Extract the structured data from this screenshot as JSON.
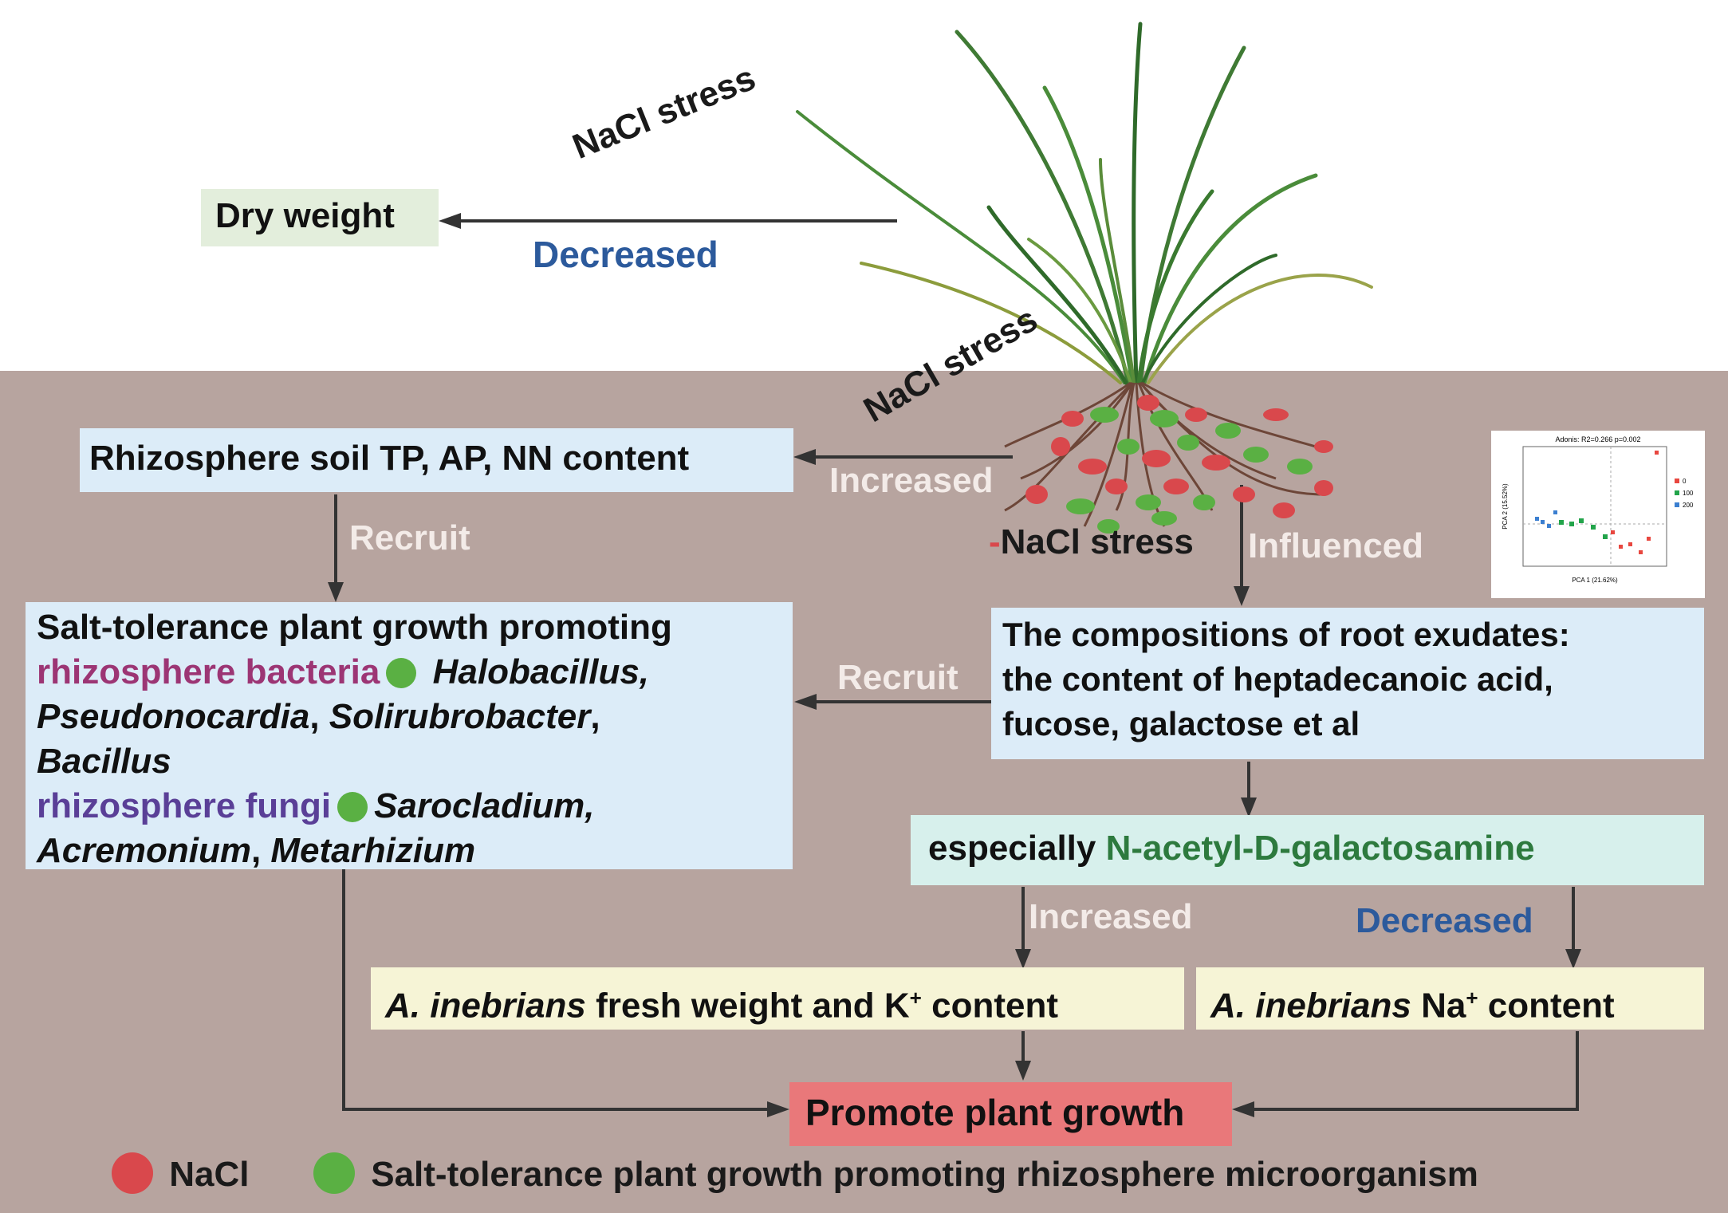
{
  "colors": {
    "soil": "#b7a49f",
    "box_blue": "#dcecf8",
    "box_teal": "#d7f0ec",
    "box_yellow": "#f6f4d6",
    "box_red": "#e9787a",
    "nacl_red": "#d9484c",
    "microbe_green": "#5ab043",
    "text_decreased": "#2c5a9c",
    "text_white": "#f3ebe8"
  },
  "boxes": {
    "dry_weight": "Dry weight",
    "rhizo_soil": "Rhizosphere soil TP, AP, NN content",
    "salt_tol_title": "Salt-tolerance plant growth promoting",
    "bacteria_label": "rhizosphere bacteria",
    "bacteria_genera_1": "Halobacillus,",
    "bacteria_genera_2": "Pseudonocardia",
    "bacteria_genera_3": "Solirubrobacter",
    "bacteria_genera_4": "Bacillus",
    "fungi_label": "rhizosphere fungi",
    "fungi_genera_1": "Sarocladium,",
    "fungi_genera_2": "Acremonium",
    "fungi_genera_3": "Metarhizium",
    "exudates_1": "The compositions of root exudates:",
    "exudates_2": "the content of  heptadecanoic acid,",
    "exudates_3": "fucose, galactose et al",
    "especially": "especially",
    "galnac": "N-acetyl-D-galactosamine",
    "species": "A. inebrians",
    "fresh_weight_rest": "fresh weight and K",
    "content": "content",
    "na_text": "Na",
    "plus": "+",
    "promote": "Promote plant growth"
  },
  "labels": {
    "nacl_stress": "NaCl stress",
    "decreased": "Decreased",
    "increased": "Increased",
    "recruit": "Recruit",
    "neg_nacl_stress": "-NaCl stress",
    "neg_sign": "-",
    "influenced": "Influenced"
  },
  "legend": {
    "nacl": "NaCl",
    "microorganism": "Salt-tolerance plant growth promoting rhizosphere microorganism"
  },
  "inset": {
    "title": "Adonis: R2=0.266 p=0.002",
    "xlabel": "PCA 1 (21.62%)",
    "ylabel": "PCA 2 (15.52%)",
    "legend": [
      "0",
      "100",
      "200"
    ],
    "legend_colors": [
      "#e8473f",
      "#22a44a",
      "#3b7fd0"
    ]
  }
}
